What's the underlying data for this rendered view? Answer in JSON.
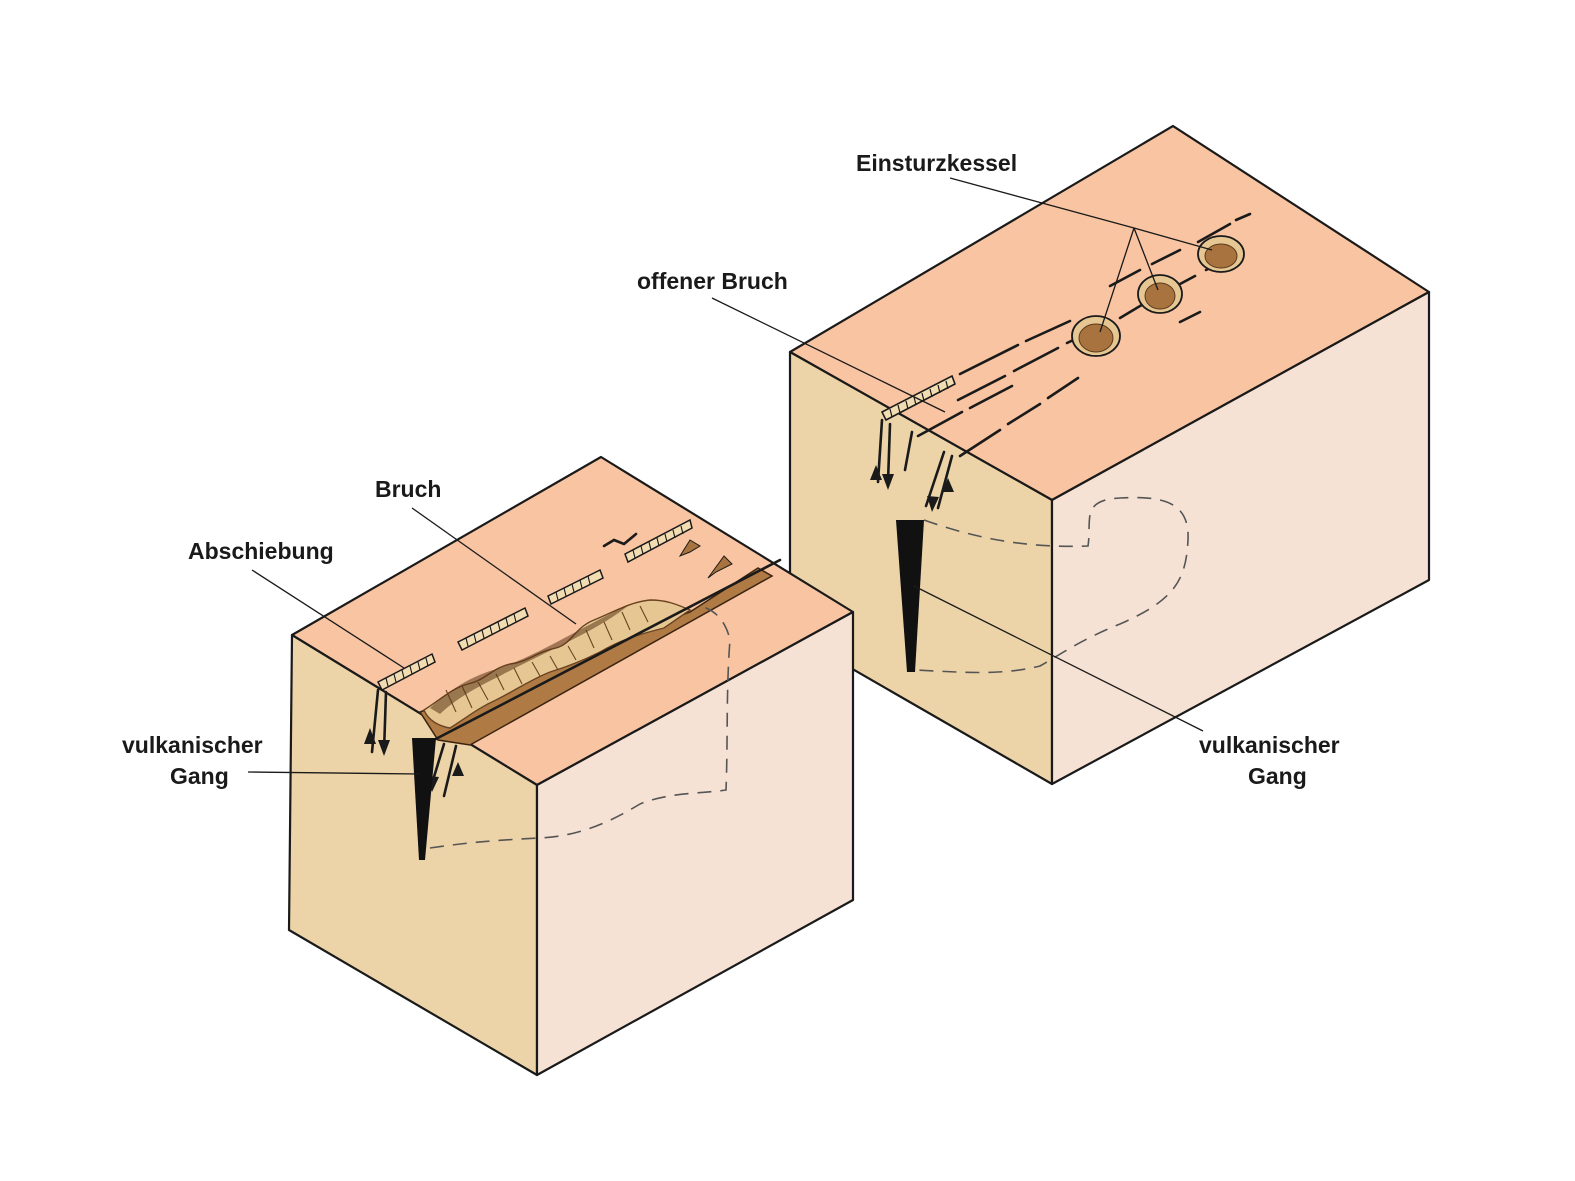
{
  "colors": {
    "top_face": "#f8c4a2",
    "front_face": "#ecd4a8",
    "side_face": "#f6e2d4",
    "crater_fill": "#a9733f",
    "rubble": "#e6c793",
    "dike": "#111111"
  },
  "blocks": [
    {
      "name": "left-block",
      "labels": {
        "bruch": "Bruch",
        "abschiebung": "Abschiebung",
        "gang_line1": "vulkanischer",
        "gang_line2": "Gang"
      }
    },
    {
      "name": "right-block",
      "labels": {
        "einsturzkessel": "Einsturzkessel",
        "offener_bruch": "offener Bruch",
        "gang_line1": "vulkanischer",
        "gang_line2": "Gang"
      }
    }
  ]
}
